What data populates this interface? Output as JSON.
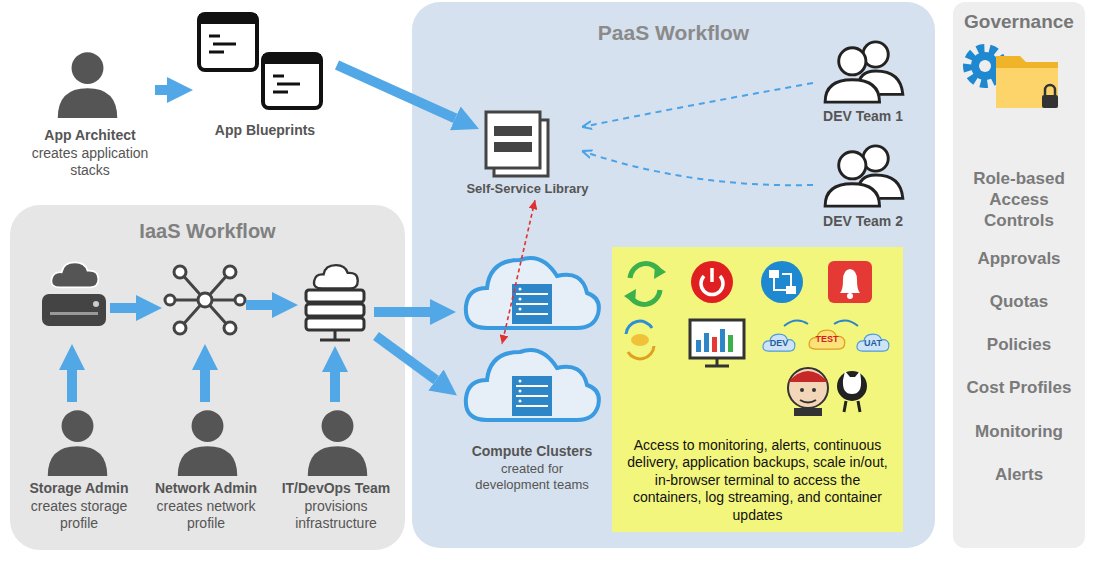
{
  "diagram": {
    "nodes": [
      {
        "text": [
          "App Architect",
          "creates application stacks"
        ]
      },
      {
        "text": [
          "App Blueprints"
        ]
      },
      {
        "text": [
          "PaaS Workflow"
        ]
      },
      {
        "text": [
          "Self-Service Library"
        ],
        "in": 2
      },
      {
        "text": [
          "DEV Team 1"
        ],
        "in": 2
      },
      {
        "text": [
          "DEV Team 2"
        ],
        "in": 2
      },
      {
        "text": [
          "Compute Clusters",
          "created for development teams"
        ],
        "in": 2
      },
      {
        "text": [
          "Access to monitoring, alerts, continuous delivery, application backups, scale in/out, in-browser terminal to access the containers, log streaming, and container updates"
        ],
        "in": 2
      },
      {
        "text": [
          "Governance",
          "Role-based Access Controls",
          "Approvals",
          "Quotas",
          "Policies",
          "Cost Profiles",
          "Monitoring",
          "Alerts"
        ]
      },
      {
        "text": [
          "IaaS Workflow"
        ]
      },
      {
        "text": [
          "Storage Admin",
          "creates storage profile"
        ],
        "in": 9
      },
      {
        "text": [
          "Network Admin",
          "creates network profile"
        ],
        "in": 9
      },
      {
        "text": [
          "IT/DevOps Team",
          "provisions infrastructure"
        ],
        "in": 9
      }
    ],
    "edges": [
      {
        "from": 0,
        "to": 1,
        "arrow": "to"
      },
      {
        "from": 1,
        "to": 3,
        "arrow": "to"
      },
      {
        "from": 4,
        "to": 3,
        "arrow": "to"
      },
      {
        "from": 5,
        "to": 3,
        "arrow": "to"
      },
      {
        "from": 3,
        "to": 6,
        "arrow": "both"
      }
    ],
    "labels": [
      "DEV",
      "TEST",
      "UAT"
    ]
  }
}
